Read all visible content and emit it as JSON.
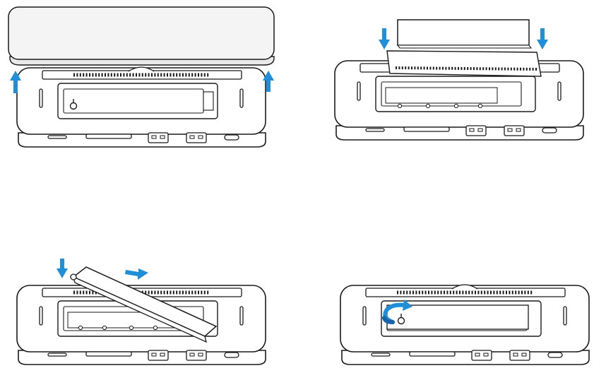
{
  "figure": {
    "panels": [
      {
        "id": "step-1",
        "action": "remove-lid",
        "arrows": [
          "up-arrow-icon",
          "up-arrow-icon"
        ]
      },
      {
        "id": "step-2",
        "action": "insert-heatsink-plate",
        "arrows": [
          "down-arrow-icon",
          "down-arrow-icon"
        ]
      },
      {
        "id": "step-3",
        "action": "insert-ssd-angled",
        "arrows": [
          "down-arrow-icon",
          "right-arrow-icon"
        ]
      },
      {
        "id": "step-4",
        "action": "tighten-screw",
        "arrows": [
          "rotate-arrow-icon"
        ]
      }
    ],
    "ports": [
      "sd-slot-icon",
      "card-slot-icon",
      "usb-a-icon",
      "usb-a-icon",
      "usb-c-icon"
    ]
  },
  "colors": {
    "stroke": "#1a1a1a",
    "arrow": "#1e8fd8",
    "arrow_dark": "#1565a8",
    "fill": "#ffffff",
    "lid_fill": "#f4f4f4"
  }
}
